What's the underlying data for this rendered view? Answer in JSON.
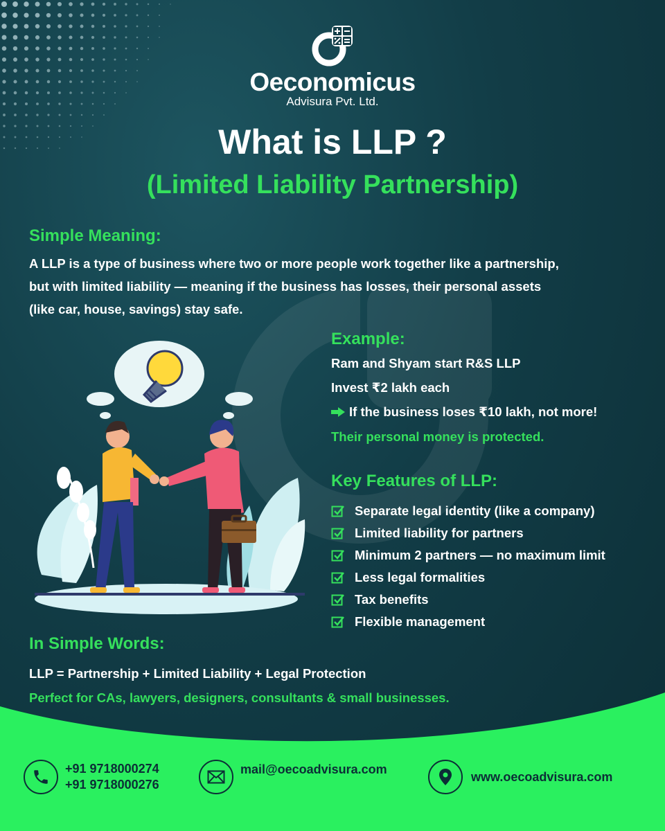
{
  "brand": {
    "name": "Oeconomicus",
    "sub": "Advisura Pvt. Ltd."
  },
  "title": "What is LLP ?",
  "subtitle": "(Limited Liability Partnership)",
  "meaning": {
    "heading": "Simple Meaning:",
    "lines": [
      "A LLP is a type of business where two or more people work together like a partnership,",
      "but with limited liability — meaning if the business has losses, their personal assets",
      "(like car, house, savings) stay safe."
    ]
  },
  "example": {
    "heading": "Example:",
    "line1": "Ram and Shyam start R&S LLP",
    "line2": "Invest ₹2 lakh each",
    "line3": "If the business loses ₹10 lakh, not more!",
    "line4": "Their personal money is protected."
  },
  "features": {
    "heading": "Key Features of LLP:",
    "items": [
      "Separate legal identity (like a company)",
      "Limited liability for partners",
      "Minimum 2 partners — no maximum limit",
      "Less legal formalities",
      "Tax benefits",
      "Flexible management"
    ]
  },
  "simple_words": {
    "heading": "In Simple Words:",
    "line1": "LLP = Partnership + Limited Liability + Legal Protection",
    "line2": "Perfect for CAs, lawyers, designers, consultants & small businesses."
  },
  "contact": {
    "phone1": "+91 9718000274",
    "phone2": "+91 9718000276",
    "email": "mail@oecoadvisura.com",
    "website": "www.oecoadvisura.com"
  },
  "colors": {
    "background": "#123d47",
    "accent_green": "#35e05c",
    "footer_green": "#2af05f"
  },
  "icons": [
    "phone-icon",
    "mail-icon",
    "location-pin-icon",
    "checkbox-icon",
    "arrow-right-icon",
    "lightbulb-icon"
  ]
}
